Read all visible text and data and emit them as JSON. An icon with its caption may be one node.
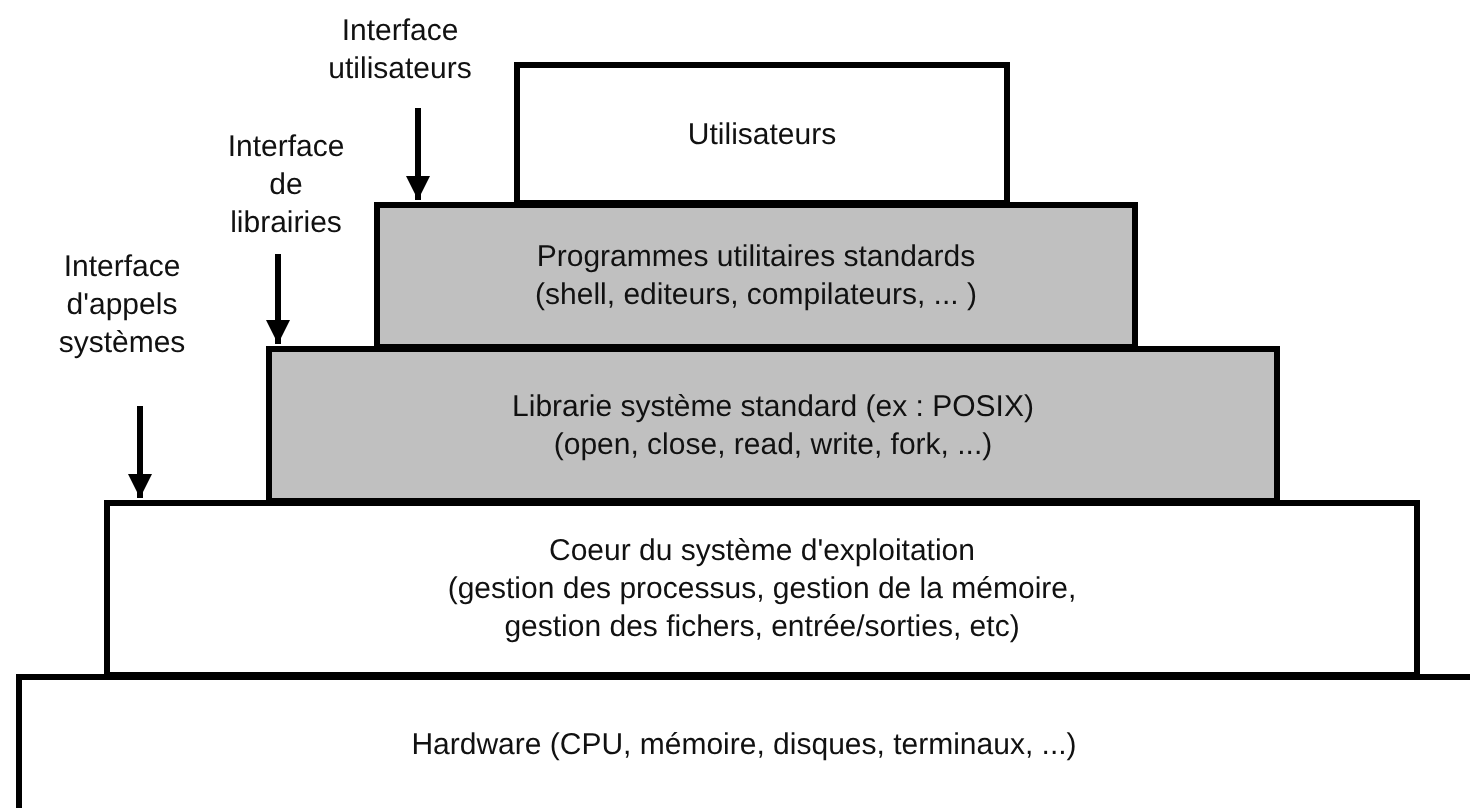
{
  "diagram": {
    "nodes": [
      {
        "text": [
          "Utilisateurs"
        ]
      },
      {
        "text": [
          "Programmes utilitaires standards",
          "(shell, editeurs, compilateurs, ... )"
        ]
      },
      {
        "text": [
          "Librarie système standard (ex : POSIX)",
          "(open, close, read, write, fork, ...)"
        ]
      },
      {
        "text": [
          "Coeur du système d'exploitation",
          "(gestion des processus, gestion de la mémoire, gestion des fichers, entrée/sorties, etc)"
        ]
      },
      {
        "text": [
          "Hardware (CPU, mémoire, disques, terminaux, ...)"
        ]
      },
      {
        "text": [
          "Interface utilisateurs"
        ]
      },
      {
        "text": [
          "Interface de librairies"
        ]
      },
      {
        "text": [
          "Interface d'appels systèmes"
        ]
      }
    ],
    "edges": [
      {
        "from": 5,
        "to": 1,
        "arrow": "to"
      },
      {
        "from": 6,
        "to": 2,
        "arrow": "to"
      },
      {
        "from": 7,
        "to": 3,
        "arrow": "to"
      }
    ]
  }
}
